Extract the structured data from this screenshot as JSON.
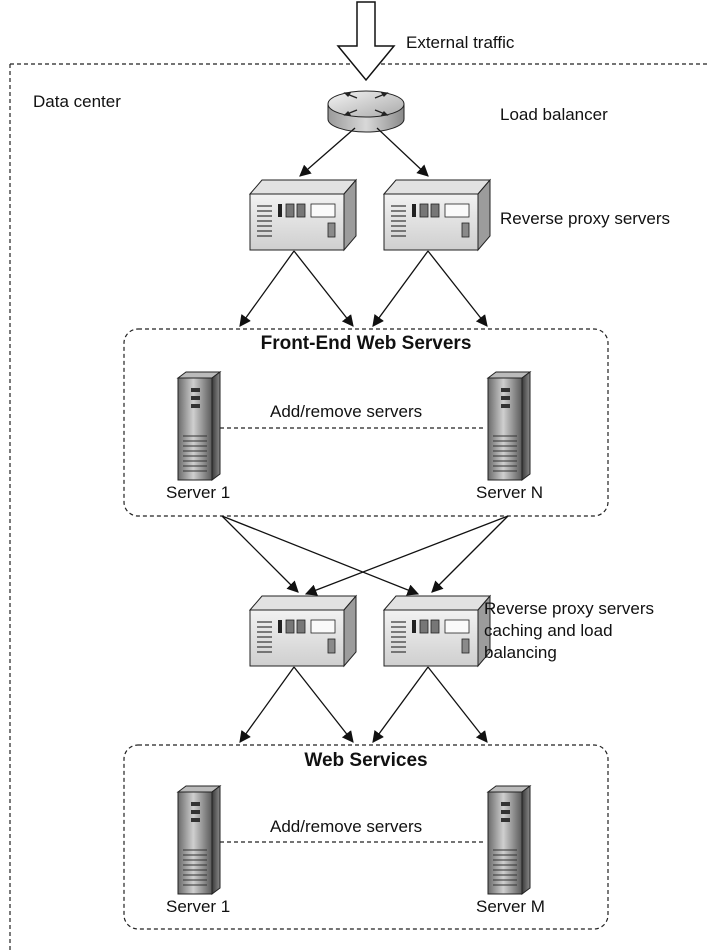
{
  "external_traffic_label": "External traffic",
  "data_center_label": "Data center",
  "load_balancer_label": "Load balancer",
  "reverse_proxy_top_label": "Reverse proxy servers",
  "frontend": {
    "title": "Front-End Web Servers",
    "add_remove_label": "Add/remove servers",
    "server_first": "Server 1",
    "server_last": "Server N"
  },
  "reverse_proxy_mid_label": [
    "Reverse proxy servers",
    "caching and load",
    "balancing"
  ],
  "web_services": {
    "title": "Web Services",
    "add_remove_label": "Add/remove servers",
    "server_first": "Server 1",
    "server_last": "Server M"
  }
}
